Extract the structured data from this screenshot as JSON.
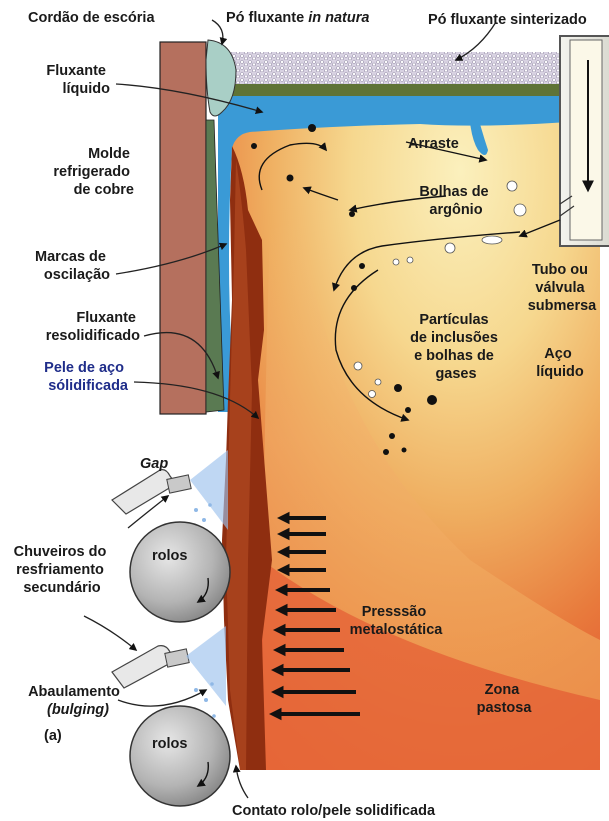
{
  "labels": {
    "slag_rim": "Cordão de escória",
    "flux_natura_prefix": "Pó fluxante ",
    "flux_natura_italic": "in natura",
    "flux_sintered": "Pó fluxante sinterizado",
    "liquid_flux_1": "Fluxante",
    "liquid_flux_2": "líquido",
    "mold_1": "Molde",
    "mold_2": "refrigerado",
    "mold_3": "de cobre",
    "osc_marks_1": "Marcas de",
    "osc_marks_2": "oscilação",
    "resolid_flux_1": "Fluxante",
    "resolid_flux_2": "resolidificado",
    "steel_skin_1": "Pele de aço",
    "steel_skin_2": "sólidificada",
    "gap": "Gap",
    "sprays_1": "Chuveiros do",
    "sprays_2": "resfriamento",
    "sprays_3": "secundário",
    "rolls_top": "rolos",
    "rolls_bottom": "rolos",
    "bulging_1": "Abaulamento",
    "bulging_2": "(bulging)",
    "panel_tag": "(a)",
    "roll_contact": "Contato rolo/pele solidificada",
    "drag": "Arraste",
    "argon_1": "Bolhas de",
    "argon_2": "argônio",
    "nozzle_1": "Tubo ou",
    "nozzle_2": "válvula",
    "nozzle_3": "submersa",
    "particles_1": "Partículas",
    "particles_2": "de inclusões",
    "particles_3": "e bolhas de",
    "particles_4": "gases",
    "liquid_steel_1": "Aço",
    "liquid_steel_2": "líquido",
    "ferrostatic_1": "Presssão",
    "ferrostatic_2": "metalostática",
    "mushy_1": "Zona",
    "mushy_2": "pastosa"
  },
  "colors": {
    "mold": "#b5705e",
    "flux_liquid": "#3a9ad6",
    "flux_resolidified": "#5a7a52",
    "slag_rim": "#a9cfc6",
    "powder_band": "#5f7336",
    "steel_hot": "#f8e4a2",
    "steel_mid": "#ec9a4e",
    "steel_deep": "#e0432c",
    "solid_shell": "#8f2e10",
    "spray": "#8fb8e6",
    "roll": "#a9a9a9"
  },
  "icons": {
    "nozzle": "submerged-nozzle-icon",
    "roll": "roll-icon",
    "spray": "spray-nozzle-icon",
    "pressure_arrow": "arrow-left-icon"
  }
}
